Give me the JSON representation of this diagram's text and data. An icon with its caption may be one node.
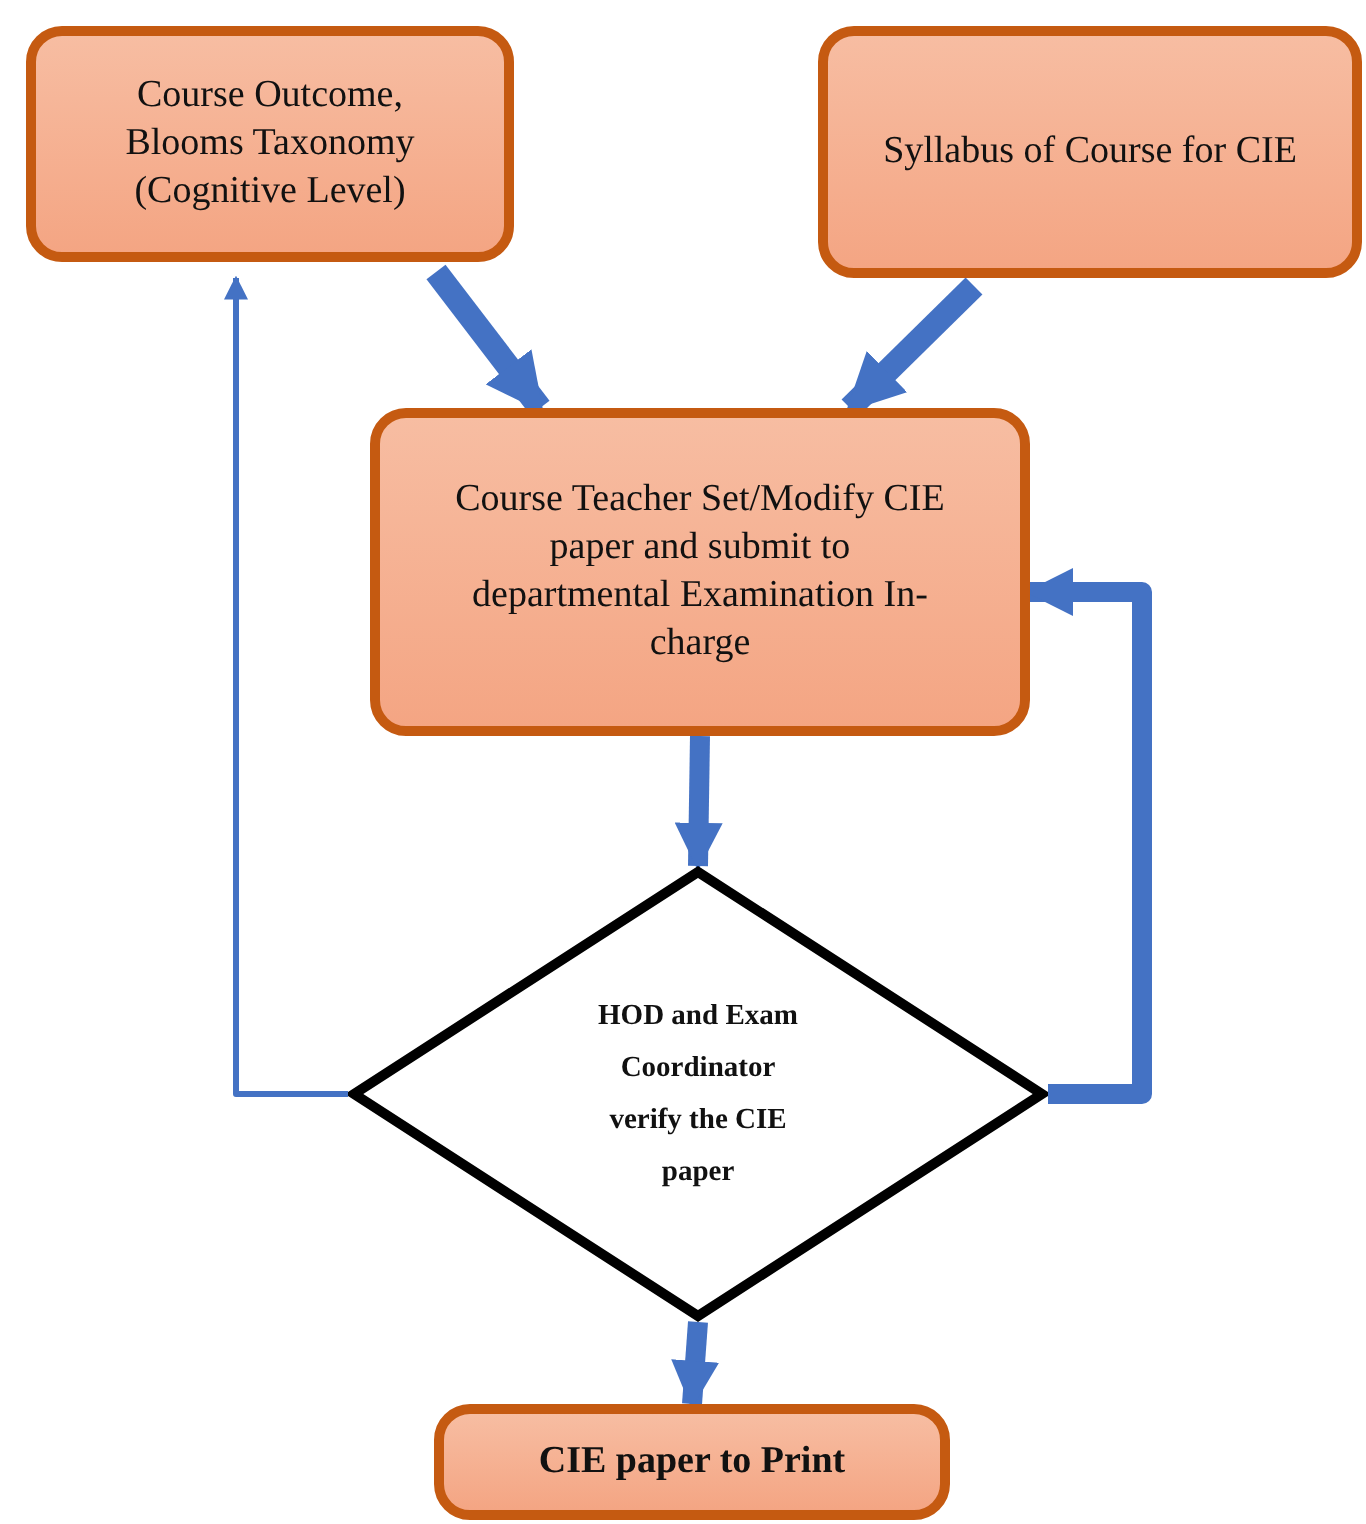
{
  "diagram": {
    "nodes": [
      {
        "text": [
          "Course Outcome, Blooms Taxonomy (Cognitive Level)"
        ]
      },
      {
        "text": [
          "Syllabus of Course for CIE"
        ]
      },
      {
        "text": [
          "Course Teacher Set/Modify CIE paper and submit to departmental Examination In-charge"
        ]
      },
      {
        "text": [
          "HOD and Exam Coordinator verify the CIE paper"
        ]
      },
      {
        "text": [
          "CIE paper to Print"
        ]
      }
    ],
    "edges": [
      {
        "from": 0,
        "to": 2,
        "arrow": "to"
      },
      {
        "from": 1,
        "to": 2,
        "arrow": "to"
      },
      {
        "from": 2,
        "to": 3,
        "arrow": "to"
      },
      {
        "from": 3,
        "to": 0,
        "arrow": "to"
      },
      {
        "from": 3,
        "to": 2,
        "arrow": "to"
      },
      {
        "from": 3,
        "to": 4,
        "arrow": "to"
      }
    ]
  }
}
